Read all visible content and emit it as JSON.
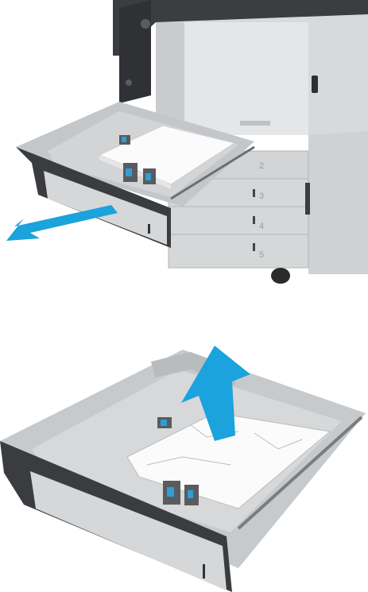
{
  "step1": {
    "tray_numbers": [
      "2",
      "3",
      "4",
      "5"
    ]
  },
  "colors": {
    "arrow": "#1aa3dc",
    "printer_dark": "#3b3d40",
    "printer_light": "#d7d9db",
    "tray_inner": "#c4c7c9",
    "paper": "#fbfbfb",
    "guide_accent": "#2b9fd6"
  }
}
